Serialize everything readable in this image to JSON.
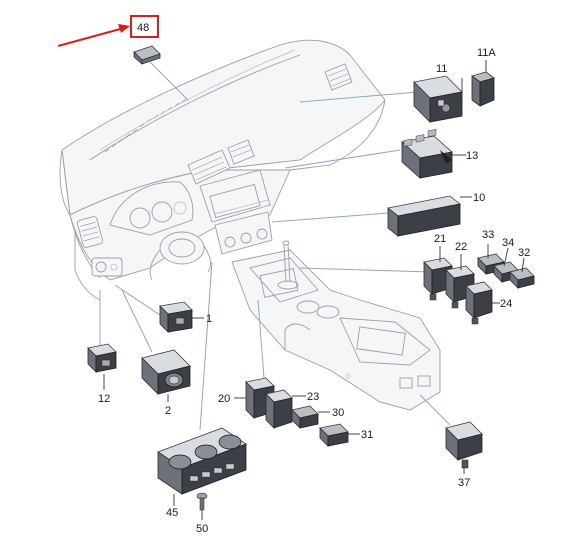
{
  "callouts": {
    "c48": "48",
    "c11": "11",
    "c11A": "11A",
    "c13": "13",
    "c10": "10",
    "c21": "21",
    "c22": "22",
    "c33": "33",
    "c34": "34",
    "c32": "32",
    "c24": "24",
    "c1": "1",
    "c12": "12",
    "c2": "2",
    "c20": "20",
    "c23": "23",
    "c30": "30",
    "c31": "31",
    "c37": "37",
    "c45": "45",
    "c50": "50"
  },
  "highlight": {
    "box_color": "#d62020",
    "arrow_color": "#d62020"
  },
  "colors": {
    "leader": "#8ea7c4",
    "outline": "#9aa0a8",
    "part_dark": "#3c3f45"
  }
}
